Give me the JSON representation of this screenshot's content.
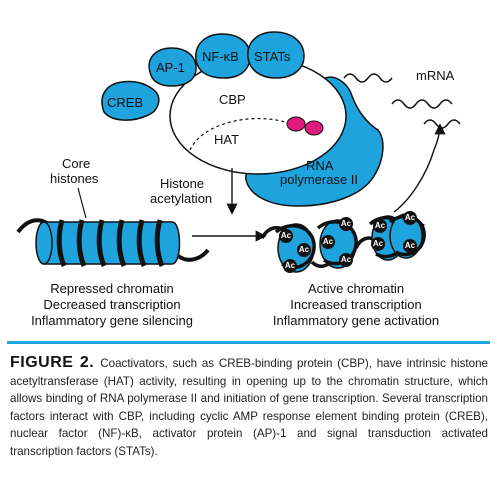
{
  "labels": {
    "creb": "CREB",
    "ap1": "AP-1",
    "nfkb": "NF-κB",
    "stats": "STATs",
    "cbp": "CBP",
    "hat": "HAT",
    "rna_pol_line1": "RNA",
    "rna_pol_line2": "polymerase II",
    "mrna": "mRNA",
    "core_histones_line1": "Core",
    "core_histones_line2": "histones",
    "histone_acetylation_line1": "Histone",
    "histone_acetylation_line2": "acetylation",
    "ac": "Ac"
  },
  "left_state": {
    "line1": "Repressed chromatin",
    "line2": "Decreased transcription",
    "line3": "Inflammatory gene silencing"
  },
  "right_state": {
    "line1": "Active chromatin",
    "line2": "Increased transcription",
    "line3": "Inflammatory gene activation"
  },
  "caption": {
    "label": "FIGURE 2.",
    "text": "Coactivators, such as CREB-binding protein (CBP), have intrinsic histone acetyltransferase (HAT) activity, resulting in opening up to the chromatin structure, which allows binding of RNA polymerase II and initiation of gene transcription. Several transcription factors interact with CBP, including cyclic AMP response element binding protein (CREB), nuclear factor (NF)-κB, activator protein (AP)-1 and signal transduction activated transcription factors (STATs)."
  },
  "colors": {
    "protein_fill": "#1ea3dc",
    "caption_bar": "#1aa6de",
    "magenta": "#e0197c",
    "outline": "#111111"
  }
}
